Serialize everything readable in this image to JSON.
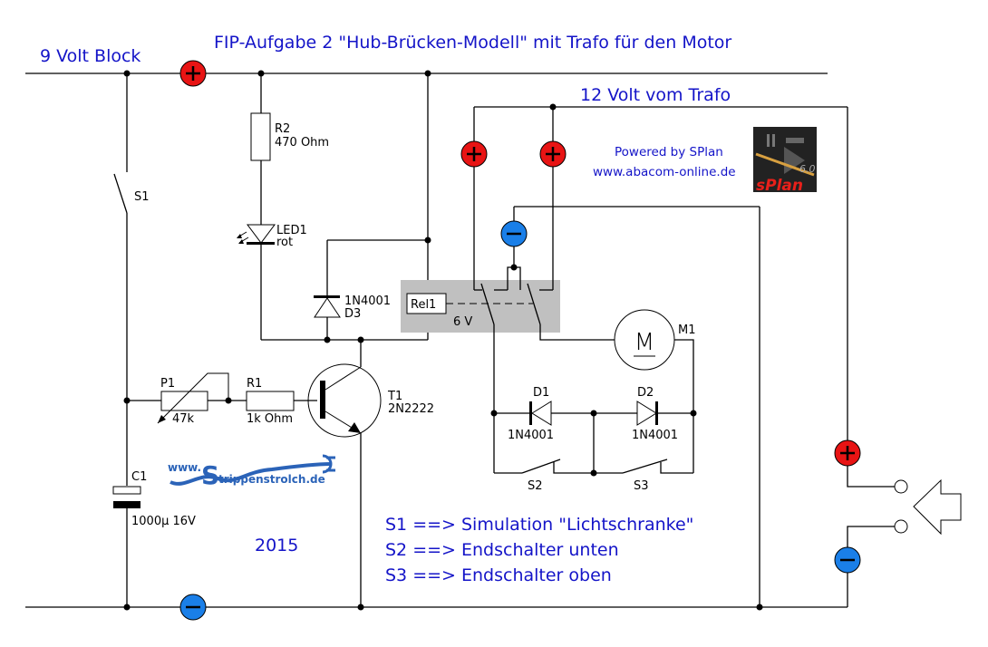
{
  "title": "FIP-Aufgabe 2 \"Hub-Brücken-Modell\" mit Trafo für den Motor",
  "supply_label": "9 Volt Block",
  "trafo_label": "12 Volt vom Trafo",
  "powered_by": {
    "line1": "Powered by SPlan",
    "line2": "www.abacom-online.de",
    "logo_text": "sPlan",
    "logo_version": "6.0"
  },
  "year": "2015",
  "watermark": {
    "prefix": "www.",
    "name": "trippenstrolch.de",
    "initial": "S"
  },
  "components": {
    "R2": {
      "ref": "R2",
      "value": "470 Ohm"
    },
    "LED1": {
      "ref": "LED1",
      "value": "rot"
    },
    "D3": {
      "ref": "D3",
      "value": "1N4001"
    },
    "S1": {
      "ref": "S1"
    },
    "P1": {
      "ref": "P1",
      "value": "47k"
    },
    "R1": {
      "ref": "R1",
      "value": "1k Ohm"
    },
    "T1": {
      "ref": "T1",
      "value": "2N2222"
    },
    "C1": {
      "ref": "C1",
      "value": "1000µ 16V"
    },
    "Rel1": {
      "ref": "Rel1",
      "value": "6 V"
    },
    "M1": {
      "ref": "M1",
      "symbol": "M"
    },
    "D1": {
      "ref": "D1",
      "value": "1N4001"
    },
    "D2": {
      "ref": "D2",
      "value": "1N4001"
    },
    "S2": {
      "ref": "S2"
    },
    "S3": {
      "ref": "S3"
    }
  },
  "legend": [
    "S1 ==> Simulation \"Lichtschranke\"",
    "S2 ==> Endschalter unten",
    "S3 ==> Endschalter oben"
  ],
  "terminals": {
    "plus_symbol": "+",
    "minus_symbol": "−"
  },
  "colors": {
    "text_blue": "#1414c8",
    "terminal_plus": "#e81414",
    "terminal_minus": "#1a7fe8",
    "relay_box": "#c0c0c0"
  }
}
